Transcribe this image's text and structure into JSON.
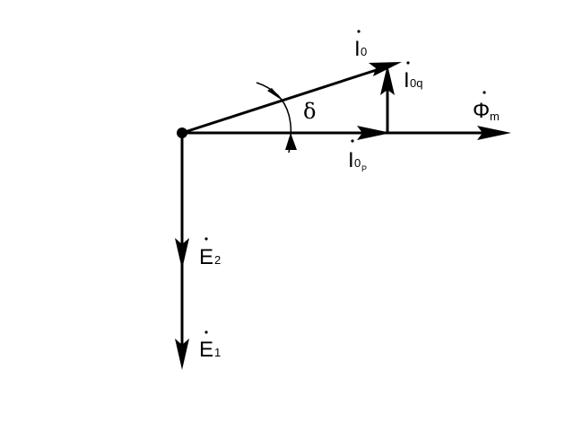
{
  "colors": {
    "line": "#000000",
    "background": "#ffffff"
  },
  "labels": {
    "i0": {
      "main": "I",
      "sub": "0"
    },
    "i0q": {
      "main": "I",
      "sub": "0q"
    },
    "i0p": {
      "main": "I",
      "sub": "0",
      "subsub": "P"
    },
    "phim": {
      "main": "Φ",
      "sub": "m"
    },
    "e2": {
      "main": "E",
      "sub": "2"
    },
    "e1": {
      "main": "E",
      "sub": "1"
    },
    "angle": "δ"
  }
}
